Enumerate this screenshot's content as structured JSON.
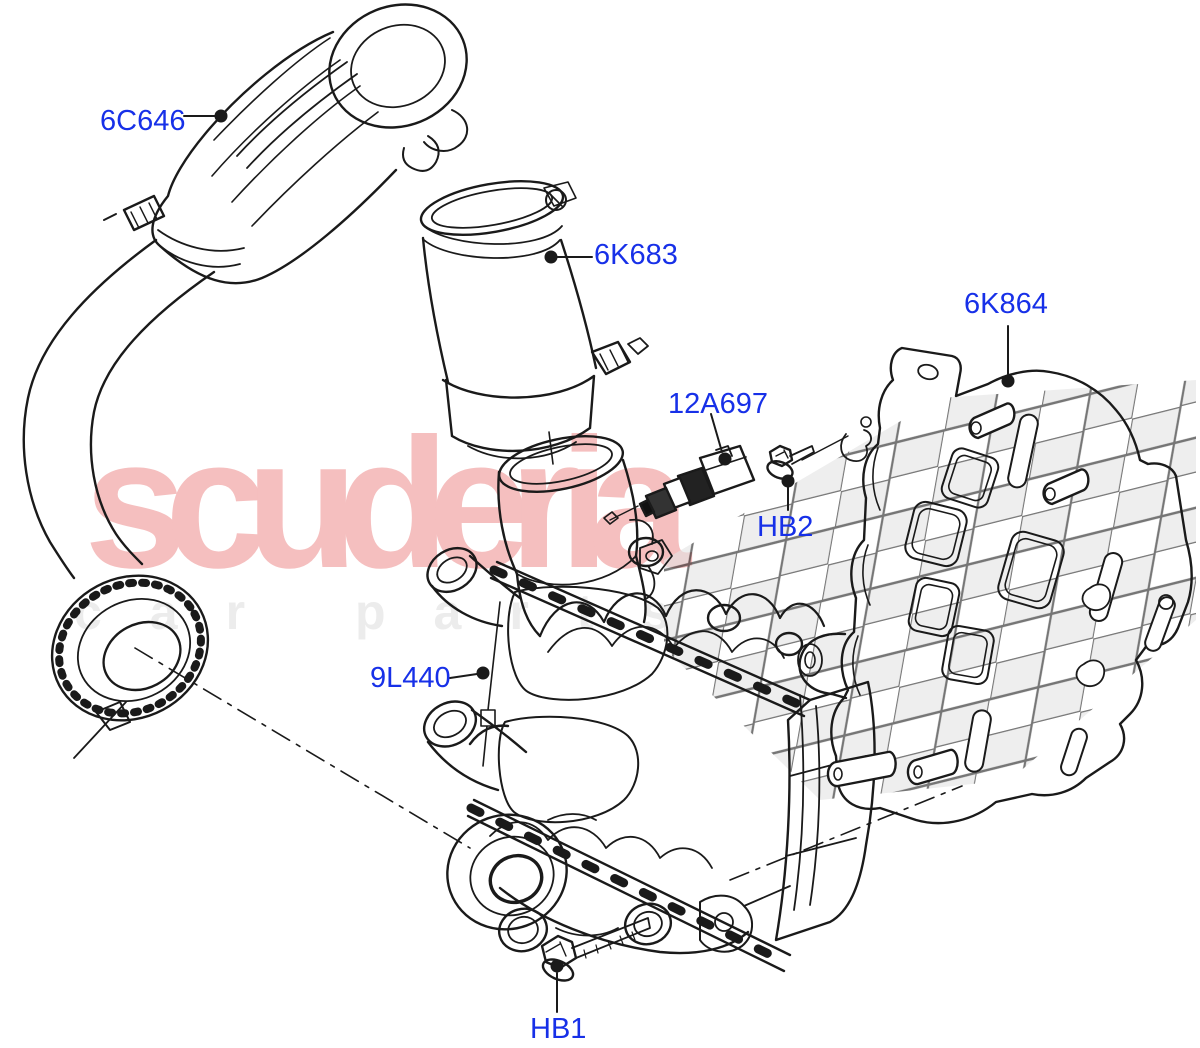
{
  "diagram_type": "exploded-parts-diagram",
  "watermark": {
    "brand": "scuderia",
    "tagline": "car parts"
  },
  "colors": {
    "label_blue": "#1730e8",
    "line_black": "#1a1a1a",
    "watermark_pink": "#f5bfbf",
    "watermark_gray": "#ececec",
    "checker_gray": "#e3e3e3",
    "background": "#ffffff"
  },
  "labels": {
    "l6c646": "6C646",
    "l6k683": "6K683",
    "l6k864": "6K864",
    "l12a697": "12A697",
    "lhb2": "HB2",
    "l9l440": "9L440",
    "lhb1": "HB1"
  }
}
